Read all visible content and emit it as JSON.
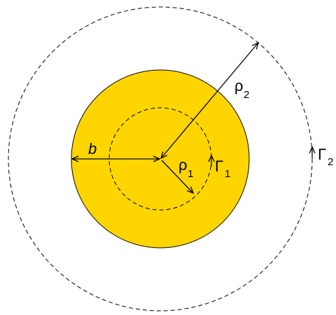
{
  "colors": {
    "disk_fill": "#FFD500",
    "stroke": "#000000",
    "background": "#FFFFFF"
  },
  "labels": {
    "b": "b",
    "rho1": "ρ",
    "rho1_sub": "1",
    "rho2": "ρ",
    "rho2_sub": "2",
    "gamma1": "Γ",
    "gamma1_sub": "1",
    "gamma2": "Γ",
    "gamma2_sub": "2"
  }
}
